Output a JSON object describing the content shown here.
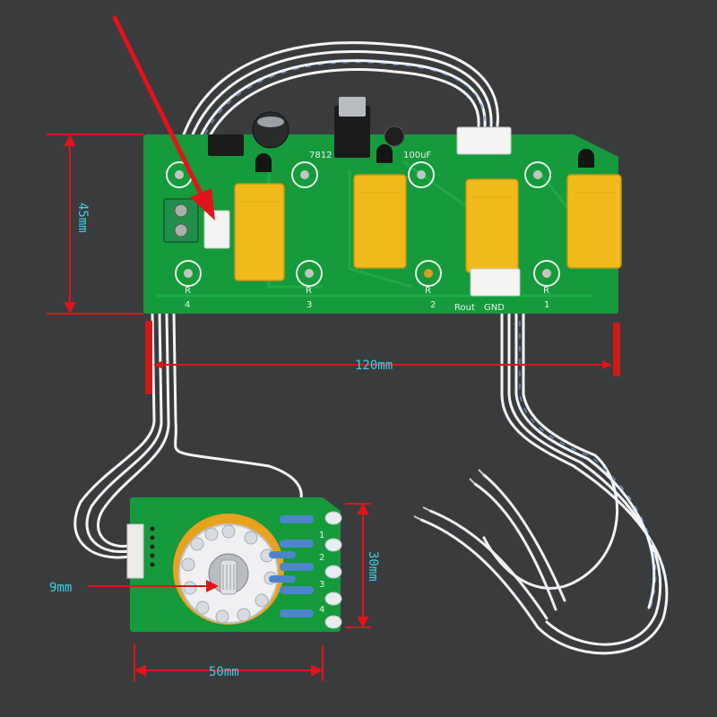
{
  "dimensions": {
    "board_height": "45mm",
    "board_width": "120mm",
    "remote_height": "30mm",
    "remote_width": "50mm",
    "shaft": "9mm"
  },
  "silkscreen": {
    "reg": "7812",
    "cap": "100uF",
    "out_labels": [
      "Rout",
      "GND"
    ],
    "channels": [
      "4",
      "3",
      "2",
      "1"
    ],
    "r_mark": "R",
    "remote_channels": [
      "1",
      "2",
      "3",
      "4"
    ]
  },
  "colors": {
    "pcb": "#159a3c",
    "relay": "#f0bb1a",
    "dimension": "#3fd0e6",
    "arrow": "#e0141a",
    "marker": "#d01a1a",
    "background": "#3a3b3d"
  }
}
